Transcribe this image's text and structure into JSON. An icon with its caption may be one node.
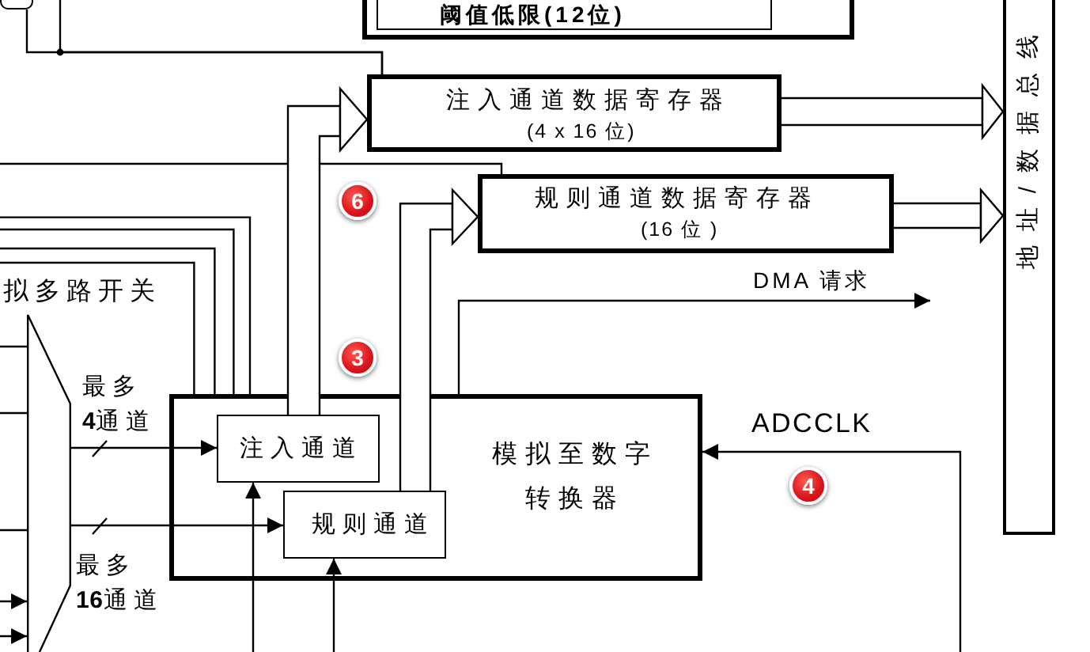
{
  "diagram": {
    "nodes": [
      {
        "text": [],
        "shape": "box"
      },
      {
        "text": [],
        "shape": "box"
      },
      {
        "text": [
          "阈值低限(12位)"
        ],
        "in": 1
      },
      {
        "text": [
          "注入通道数据寄存器",
          "(4 x 16 位)"
        ]
      },
      {
        "text": [
          "规则通道数据寄存器",
          "(16 位 )"
        ]
      },
      {
        "text": [
          "地址/数据总线"
        ]
      },
      {
        "text": [],
        "shape": "trapezoid"
      },
      {
        "text": [
          "模拟至数字转换器"
        ]
      },
      {
        "text": [
          "注入通道"
        ],
        "in": 7
      },
      {
        "text": [
          "规则通道"
        ],
        "in": 7
      }
    ],
    "edges": [
      {
        "from": 0,
        "to": 3,
        "arrow": "none"
      },
      {
        "from": null,
        "to": 3,
        "arrow": "none"
      },
      {
        "from": null,
        "to": 4,
        "arrow": "none"
      },
      {
        "from": 3,
        "to": 5,
        "arrow": "to"
      },
      {
        "from": 4,
        "to": 5,
        "arrow": "to"
      },
      {
        "from": 8,
        "to": 3,
        "arrow": "to"
      },
      {
        "from": 9,
        "to": 4,
        "arrow": "to"
      },
      {
        "from": 7,
        "to": null,
        "arrow": "to",
        "label": "DMA 请求"
      },
      {
        "from": null,
        "to": 7,
        "arrow": "to",
        "label": "ADCCLK"
      },
      {
        "from": 6,
        "to": 8,
        "arrow": "to",
        "label": "最多**4**通道"
      },
      {
        "from": 6,
        "to": 9,
        "arrow": "to",
        "label": "最多**16**通道"
      },
      {
        "from": null,
        "to": 8,
        "arrow": "to"
      },
      {
        "from": null,
        "to": 9,
        "arrow": "to"
      },
      {
        "from": null,
        "to": 7,
        "arrow": "none"
      },
      {
        "from": null,
        "to": 7,
        "arrow": "none"
      },
      {
        "from": null,
        "to": 7,
        "arrow": "none"
      },
      {
        "from": null,
        "to": 7,
        "arrow": "none"
      },
      {
        "from": null,
        "to": 6,
        "arrow": "to"
      },
      {
        "from": null,
        "to": 6,
        "arrow": "to"
      },
      {
        "from": null,
        "to": 6,
        "arrow": "none"
      },
      {
        "from": null,
        "to": 6,
        "arrow": "none"
      },
      {
        "from": null,
        "to": 6,
        "arrow": "none"
      }
    ],
    "labels": [
      "6",
      "拟多路开关",
      "3",
      "4"
    ]
  }
}
